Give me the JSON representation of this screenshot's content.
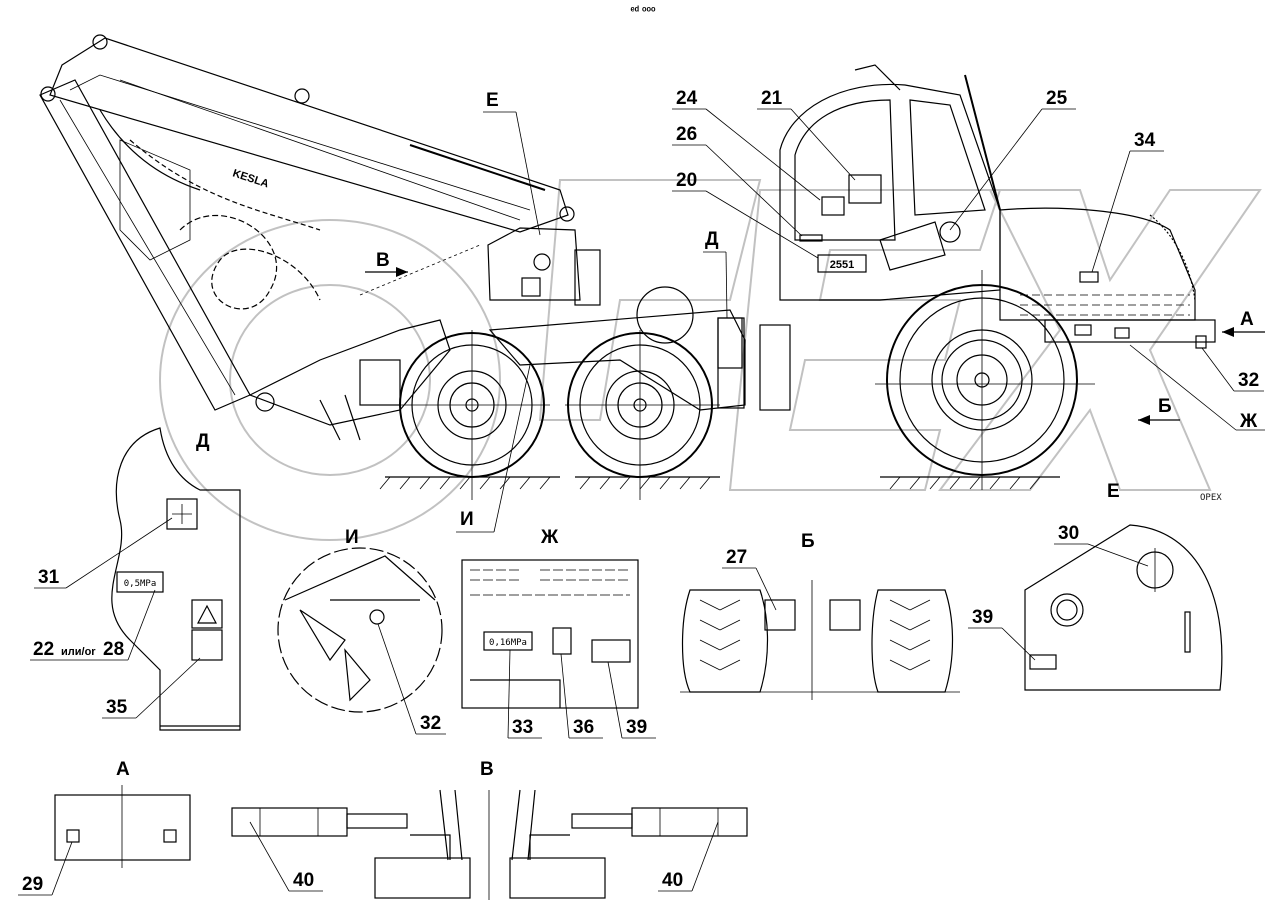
{
  "header": {
    "top_mark": "ᵉᵈ ᵒᵒᵒ"
  },
  "watermark": "OPEX",
  "arrow_labels": {
    "v": "В",
    "a": "А",
    "b": "Б",
    "zh": "Ж",
    "d": "Д",
    "e": "Е",
    "i": "И"
  },
  "section_titles": {
    "d": "Д",
    "i": "И",
    "zh": "Ж",
    "b": "Б",
    "e": "Е",
    "a": "А",
    "v": "В"
  },
  "callouts": {
    "c20": "20",
    "c21": "21",
    "c24": "24",
    "c25": "25",
    "c26": "26",
    "c34": "34",
    "c32_main": "32",
    "c31": "31",
    "c22": "22",
    "c22_note": "или/or",
    "c28": "28",
    "c35": "35",
    "c32_i": "32",
    "c33": "33",
    "c36": "36",
    "c39_zh": "39",
    "c27": "27",
    "c30": "30",
    "c39_e": "39",
    "c29": "29",
    "c40_left": "40",
    "c40_right": "40"
  },
  "plates": {
    "cab_number": "2551",
    "pressure_d": "0,5MPa",
    "pressure_zh": "0,16MPa",
    "boom_brand": "KESLA"
  }
}
